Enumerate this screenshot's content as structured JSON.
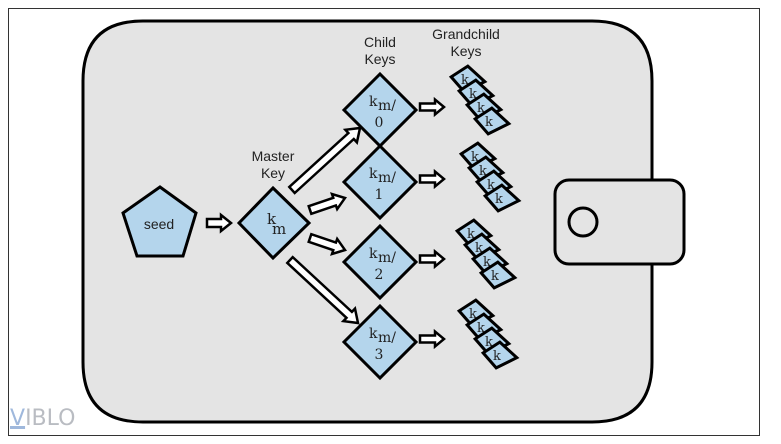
{
  "diagram": {
    "title": "HD wallet key derivation",
    "colors": {
      "wallet_fill": "#e4e4e4",
      "key_fill": "#b4d5ec",
      "stroke": "#000000",
      "frame": "#333333",
      "background": "#ffffff"
    },
    "seed": {
      "label": "seed"
    },
    "master": {
      "heading_line1": "Master",
      "heading_line2": "Key",
      "key_base": "k",
      "key_sub": "m"
    },
    "children": {
      "heading_line1": "Child",
      "heading_line2": "Keys",
      "items": [
        {
          "key_base": "k",
          "key_sub": "m/",
          "index": "0"
        },
        {
          "key_base": "k",
          "key_sub": "m/",
          "index": "1"
        },
        {
          "key_base": "k",
          "key_sub": "m/",
          "index": "2"
        },
        {
          "key_base": "k",
          "key_sub": "m/",
          "index": "3"
        }
      ]
    },
    "grandchildren": {
      "heading_line1": "Grandchild",
      "heading_line2": "Keys",
      "stacks": [
        {
          "front_label": "k",
          "hidden_label": "k",
          "count": 4
        },
        {
          "front_label": "k",
          "hidden_label": "k",
          "count": 4
        },
        {
          "front_label": "k",
          "hidden_label": "k",
          "count": 4
        },
        {
          "front_label": "k",
          "hidden_label": "k",
          "count": 4
        }
      ]
    },
    "icons": {
      "wallet": "wallet-icon",
      "clasp": "wallet-clasp-icon",
      "arrow": "arrow-right-icon"
    }
  },
  "watermark": {
    "first": "V",
    "rest": "IBLO"
  }
}
